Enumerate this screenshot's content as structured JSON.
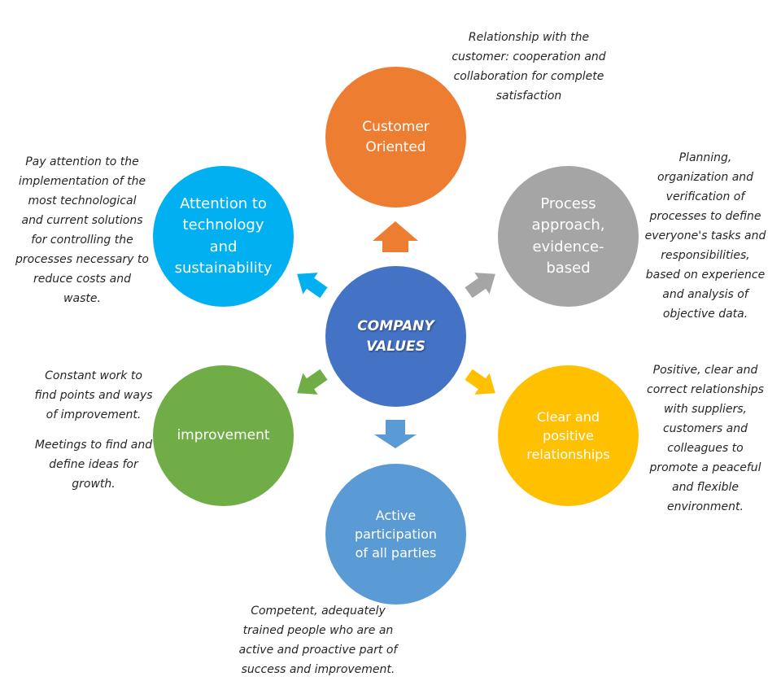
{
  "center": {
    "label": "COMPANY\nVALUES",
    "color": "#4472c4"
  },
  "values": [
    {
      "id": "customer",
      "label": "Customer\nOriented",
      "color": "#ed7d31",
      "note": "Relationship with the\ncustomer: cooperation and\ncollaboration for complete\nsatisfaction"
    },
    {
      "id": "process",
      "label": "Process\napproach,\nevidence-\nbased",
      "color": "#a5a5a5",
      "note": "Planning,\norganization and\nverification of\nprocesses to define\neveryone's tasks and\nresponsibilities,\nbased on experience\nand analysis of\nobjective data."
    },
    {
      "id": "relationships",
      "label": "Clear and\npositive\nrelationships",
      "color": "#ffc000",
      "note": "Positive, clear and\ncorrect relationships\nwith suppliers,\ncustomers and\ncolleagues to\npromote a peaceful\nand flexible\nenvironment."
    },
    {
      "id": "participation",
      "label": "Active\nparticipation\nof all parties",
      "color": "#5b9bd5",
      "note": "Competent, adequately\ntrained people who are an\nactive and proactive part of\nsuccess and improvement."
    },
    {
      "id": "improvement",
      "label": "improvement",
      "color": "#70ad47",
      "note": "Constant work to\nfind points and ways\nof improvement.",
      "note2": "Meetings to find and\ndefine ideas for\ngrowth."
    },
    {
      "id": "technology",
      "label": "Attention to\ntechnology\nand\nsustainability",
      "color": "#00b0f0",
      "note": "Pay attention to the\nimplementation of the\nmost technological\nand current solutions\nfor controlling the\nprocesses necessary to\nreduce costs and\nwaste."
    }
  ]
}
